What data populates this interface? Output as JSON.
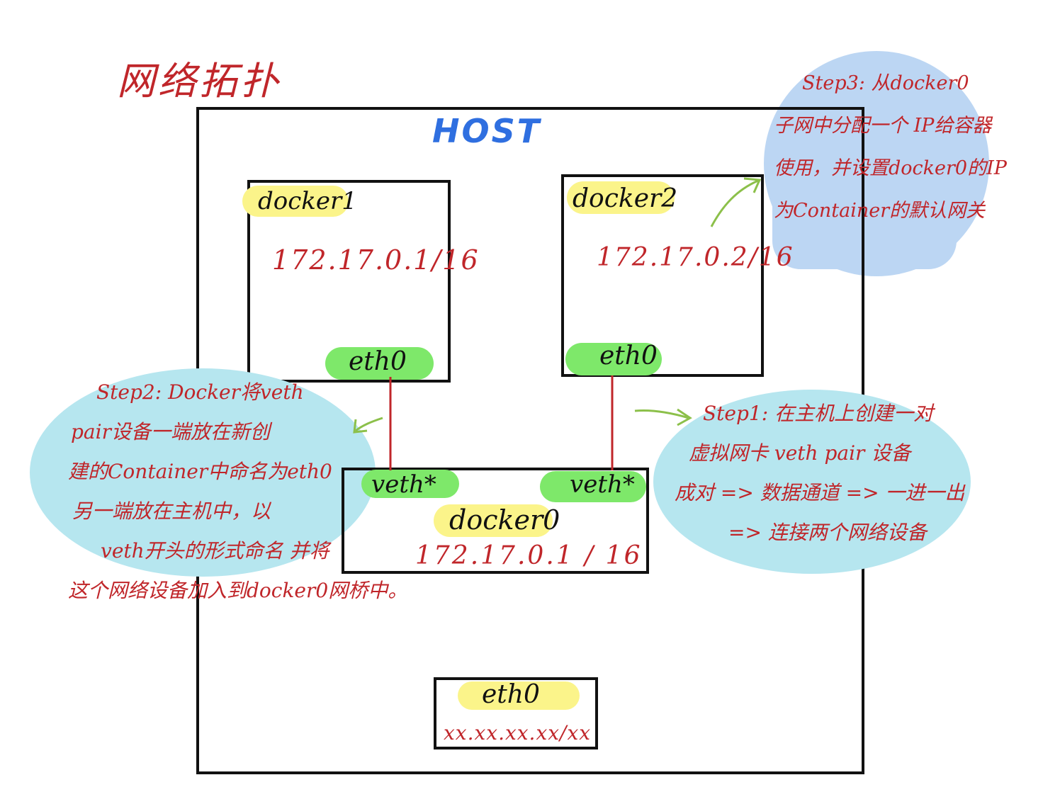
{
  "title": "网络拓扑",
  "host": {
    "label": "HOST"
  },
  "docker1": {
    "name": "docker1",
    "ip": "172.17.0.1/16",
    "iface": "eth0"
  },
  "docker2": {
    "name": "docker2",
    "ip": "172.17.0.2/16",
    "iface": "eth0"
  },
  "bridge": {
    "name": "docker0",
    "ip": "172.17.0.1 / 16",
    "veth_left": "veth*",
    "veth_right": "veth*"
  },
  "host_iface": {
    "name": "eth0",
    "ip": "xx.xx.xx.xx/xx"
  },
  "notes": {
    "step1": [
      "Step1: 在主机上创建一对",
      "虚拟网卡 veth pair 设备",
      "成对 => 数据通道 => 一进一出",
      "=> 连接两个网络设备"
    ],
    "step2": [
      "Step2: Docker将veth",
      "pair设备一端放在新创",
      "建的Container中命名为eth0",
      "另一端放在主机中，以",
      "veth开头的形式命名 并将",
      "这个网络设备加入到docker0网桥中。"
    ],
    "step3": [
      "Step3: 从docker0",
      "子网中分配一个 IP给容器",
      "使用，并设置docker0的IP",
      "为Container的默认网关"
    ]
  },
  "colors": {
    "ink_red": "#c0262a",
    "host_blue": "#2f6fe0",
    "highlight_yellow": "#fbf48a",
    "highlight_green": "#7ee86a",
    "note_blue": "#bcd6f3",
    "note_cyan": "#b6e6ef",
    "arrow_green": "#8cc04a"
  }
}
